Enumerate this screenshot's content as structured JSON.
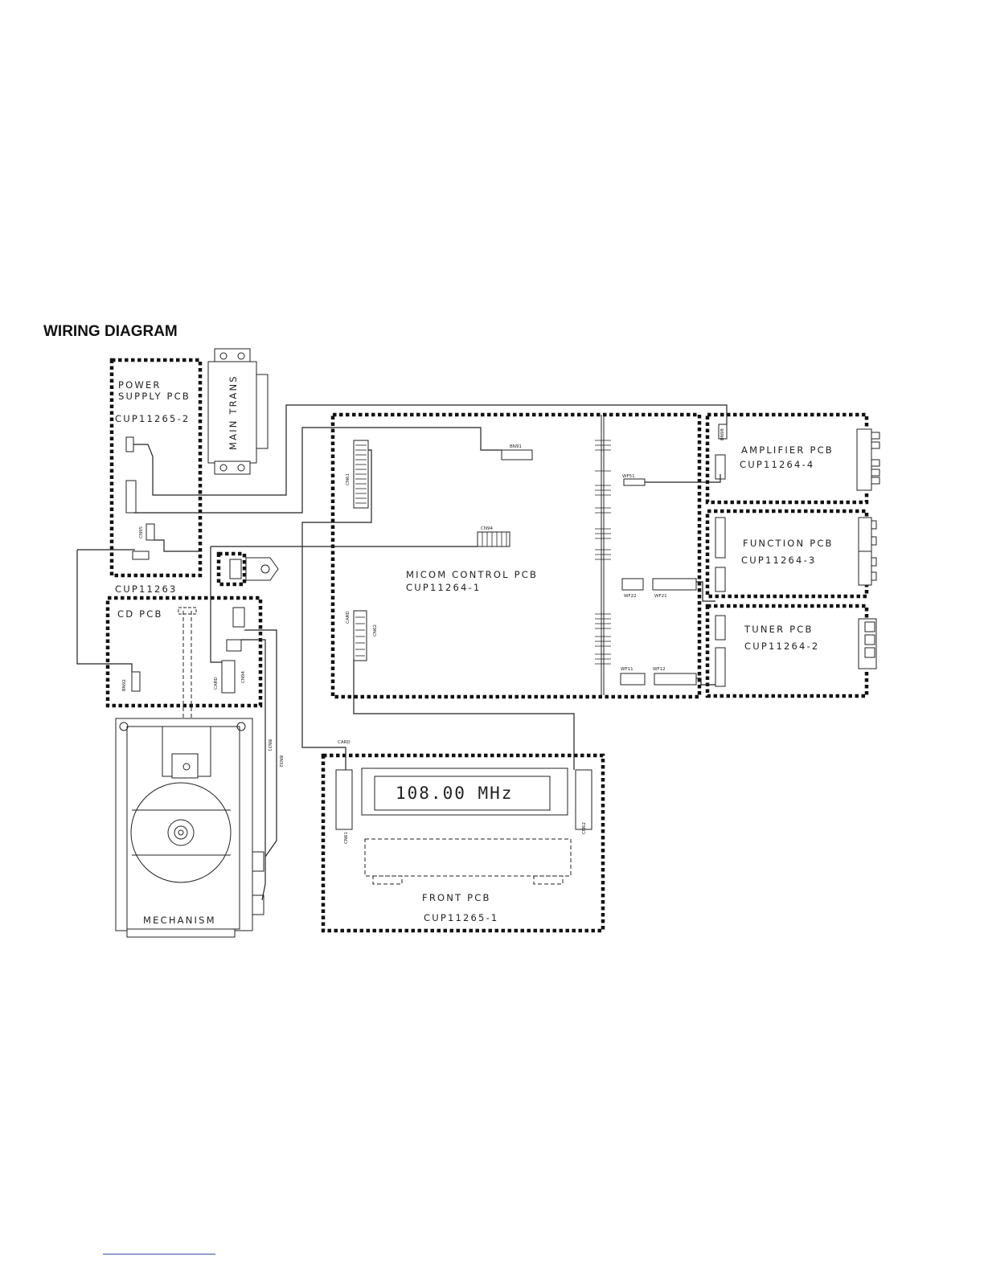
{
  "title": "WIRING DIAGRAM",
  "boards": {
    "power_supply": {
      "line1": "POWER",
      "line2": "SUPPLY PCB",
      "code": "CUP11265-2"
    },
    "main_trans": {
      "label": "MAIN TRANS"
    },
    "cd": {
      "code": "CUP11263",
      "label": "CD PCB"
    },
    "micom": {
      "label": "MICOM CONTROL PCB",
      "code": "CUP11264-1"
    },
    "amplifier": {
      "label": "AMPLIFIER PCB",
      "code": "CUP11264-4"
    },
    "function": {
      "label": "FUNCTION PCB",
      "code": "CUP11264-3"
    },
    "tuner": {
      "label": "TUNER PCB",
      "code": "CUP11264-2"
    },
    "front": {
      "label": "FRONT PCB",
      "code": "CUP11265-1",
      "display": "108.00  MHz"
    },
    "mechanism": {
      "label": "MECHANISM"
    }
  },
  "connectors": {
    "bn91": "BN91",
    "cn61": "CN61",
    "cn94": "CN94",
    "card": "CARD",
    "cn62": "CN62",
    "wf51": "WF51",
    "wf22": "WF22",
    "wf21": "WF21",
    "wf11": "WF11",
    "wf12": "WF12",
    "bn98": "BN98",
    "cn95": "CN95",
    "bn92": "BN92",
    "bn31": "BN31",
    "bn32": "BN32"
  }
}
